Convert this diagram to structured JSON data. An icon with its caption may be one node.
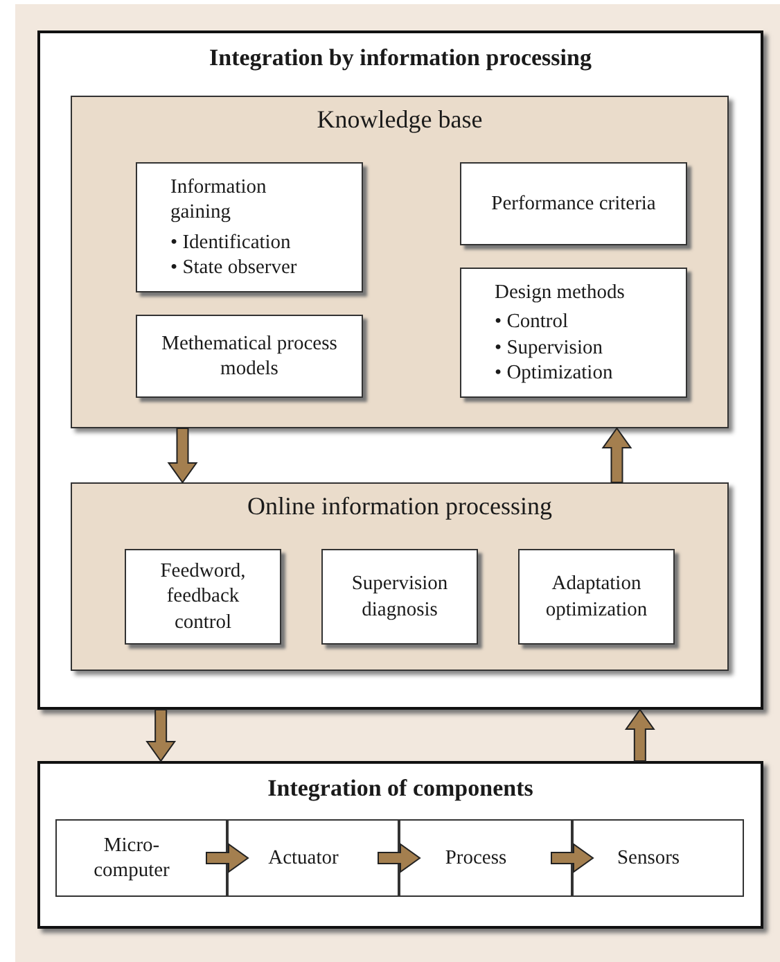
{
  "diagram": {
    "nodes": [
      {
        "text": [
          "Integration by information processing"
        ]
      },
      {
        "text": [
          "Knowledge base"
        ],
        "in": 0
      },
      {
        "text": [
          "Information gaining",
          "• Identification",
          "• State observer"
        ],
        "in": 1
      },
      {
        "text": [
          "Performance criteria"
        ],
        "in": 1
      },
      {
        "text": [
          "Methematical process models"
        ],
        "in": 1
      },
      {
        "text": [
          "Design methods",
          "• Control",
          "• Supervision",
          "• Optimization"
        ],
        "in": 1
      },
      {
        "text": [
          "Online information processing"
        ],
        "in": 0
      },
      {
        "text": [
          "Feedword, feedback control"
        ],
        "in": 6
      },
      {
        "text": [
          "Supervision diagnosis"
        ],
        "in": 6
      },
      {
        "text": [
          "Adaptation optimization"
        ],
        "in": 6
      },
      {
        "text": [
          "Integration of components"
        ]
      },
      {
        "text": [
          "Micro-computer"
        ],
        "in": 10
      },
      {
        "text": [
          "Actuator"
        ],
        "in": 10
      },
      {
        "text": [
          "Process"
        ],
        "in": 10
      },
      {
        "text": [
          "Sensors"
        ],
        "in": 10
      }
    ],
    "edges": [
      {
        "from": 1,
        "to": 6,
        "arrow": "to"
      },
      {
        "from": 6,
        "to": 1,
        "arrow": "to"
      },
      {
        "from": 0,
        "to": 10,
        "arrow": "to"
      },
      {
        "from": 10,
        "to": 0,
        "arrow": "to"
      },
      {
        "from": 11,
        "to": 12,
        "arrow": "to"
      },
      {
        "from": 12,
        "to": 13,
        "arrow": "to"
      },
      {
        "from": 13,
        "to": 14,
        "arrow": "to"
      }
    ]
  }
}
